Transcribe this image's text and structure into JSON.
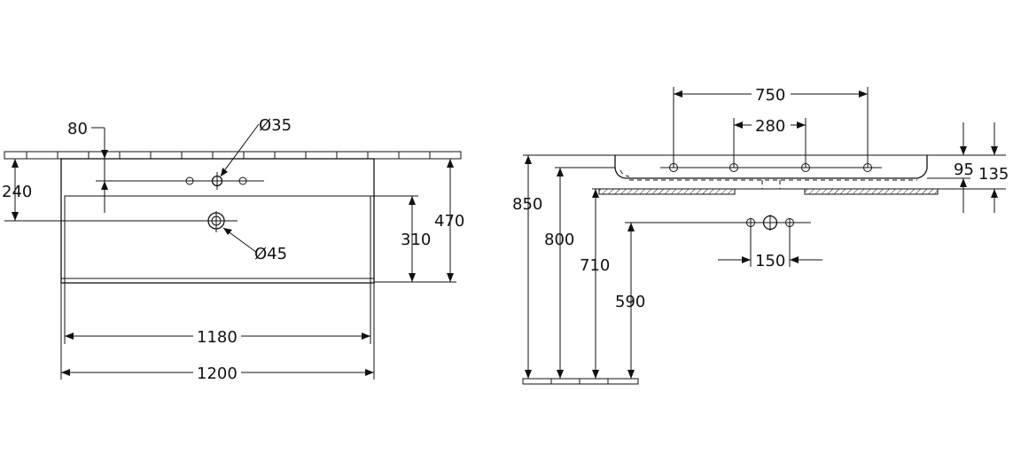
{
  "front_view": {
    "width_total": "1200",
    "width_inner": "1180",
    "height_total": "470",
    "height_basin": "310",
    "tap_offset_side": "240",
    "tap_offset_back": "80",
    "tap_hole_diameter": "Ø35",
    "drain_diameter": "Ø45"
  },
  "side_view": {
    "tap_spacing_outer": "750",
    "tap_spacing_inner": "280",
    "basin_depth": "95",
    "overall_depth": "135",
    "height_top": "850",
    "height_rim": "800",
    "height_bottom": "710",
    "height_waste": "590",
    "waste_spacing": "150"
  }
}
